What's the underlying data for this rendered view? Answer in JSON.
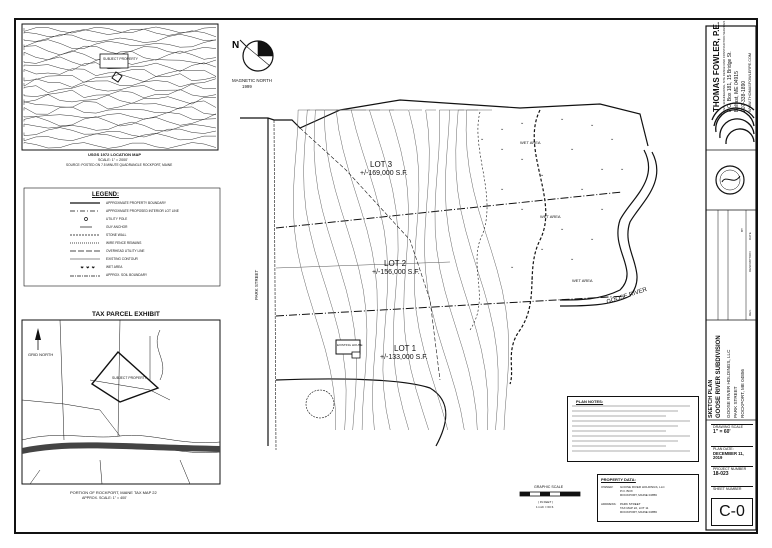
{
  "firm": {
    "name": "THOMAS FOWLER, P.E.",
    "tagline": "CIVIL ENGINEERING, SITE DESIGN AND CONSTRUCTION SERVICES",
    "address1": "P.O. Box 181, 15 Bridge St.",
    "address2": "Belfast, ME 04915",
    "phone": "207-338-1890",
    "web": "WWW.THOMASFOWLERPE.COM"
  },
  "sheet": {
    "project_title": "GOOSE RIVER SUBDIVISION",
    "sheet_title": "SKETCH PLAN",
    "owner_lines": [
      "GOOSE RIVER HOLDINGS, LLC",
      "PARK STREET",
      "ROCKPORT, ME 04856"
    ],
    "drawing_scale_label": "DRAWING SCALE",
    "drawing_scale": "1\" = 60'",
    "plan_date_label": "PLAN DATE:",
    "plan_date": "DECEMBER 11, 2019",
    "project_number_label": "PROJECT NUMBER",
    "project_number": "18-023",
    "sheet_number_label": "SHEET NUMBER",
    "sheet_number": "C-0",
    "rev_label": "REV.",
    "date_col": "DATE",
    "desc_col": "DESCRIPTION",
    "by_col": "BY"
  },
  "location_map": {
    "caption": "USGS 1972 LOCATION MAP",
    "scale": "SCALE: 1\" = 2000'",
    "source": "SOURCE: POSTED ON 7.5 MINUTE QUADRANGLE ROCKPORT, MAINE",
    "site_label": "SUBJECT PROPERTY"
  },
  "legend": {
    "title": "LEGEND:",
    "items": [
      "APPROXIMATE PROPERTY BOUNDARY",
      "APPROXIMATE PROPOSED INTERIOR LOT LINE",
      "UTILITY POLE",
      "GUY ANCHOR",
      "STONE WALL",
      "WIRE FENCE REMAINS",
      "OVERHEAD UTILITY LINE",
      "EXISTING CONTOUR",
      "WET AREA",
      "APPROX. SOIL BOUNDARY"
    ]
  },
  "tax_parcel": {
    "title": "TAX PARCEL EXHIBIT",
    "grid_north": "GRID NORTH",
    "caption1": "PORTION OF ROCKPORT, MAINE TAX MAP 22",
    "caption2": "APPROX. SCALE: 1\" = 400'",
    "subject": "SUBJECT PROPERTY"
  },
  "plan": {
    "magnetic_north": "MAGNETIC NORTH",
    "magnetic_year": "1999",
    "lot3": "LOT 3",
    "lot3_area": "+/-169,000 S.F.",
    "lot2": "LOT 2",
    "lot2_area": "+/-156,000 S.F.",
    "lot1": "LOT 1",
    "lot1_area": "+/-133,000 S.F.",
    "street": "PARK STREET",
    "river": "GOOSE RIVER",
    "wet_area": "WET AREA",
    "existing_building": "EXISTING HOUSE"
  },
  "notes": {
    "title": "PLAN NOTES:"
  },
  "property_data": {
    "title": "PROPERTY DATA:",
    "owner_label": "OWNER:",
    "owner": [
      "GOOSE RIVER HOLDINGS, LLC",
      "P.O. BOX",
      "ROCKPORT, MAINE 04856"
    ],
    "address_label": "ADDRESS:",
    "address": [
      "PARK STREET",
      "TAX MAP 22, LOT 11",
      "ROCKPORT, MAINE 04856"
    ]
  },
  "graphic_scale": {
    "title": "GRAPHIC SCALE",
    "unit": "( IN FEET )",
    "inch": "1 inch = 60 ft."
  }
}
